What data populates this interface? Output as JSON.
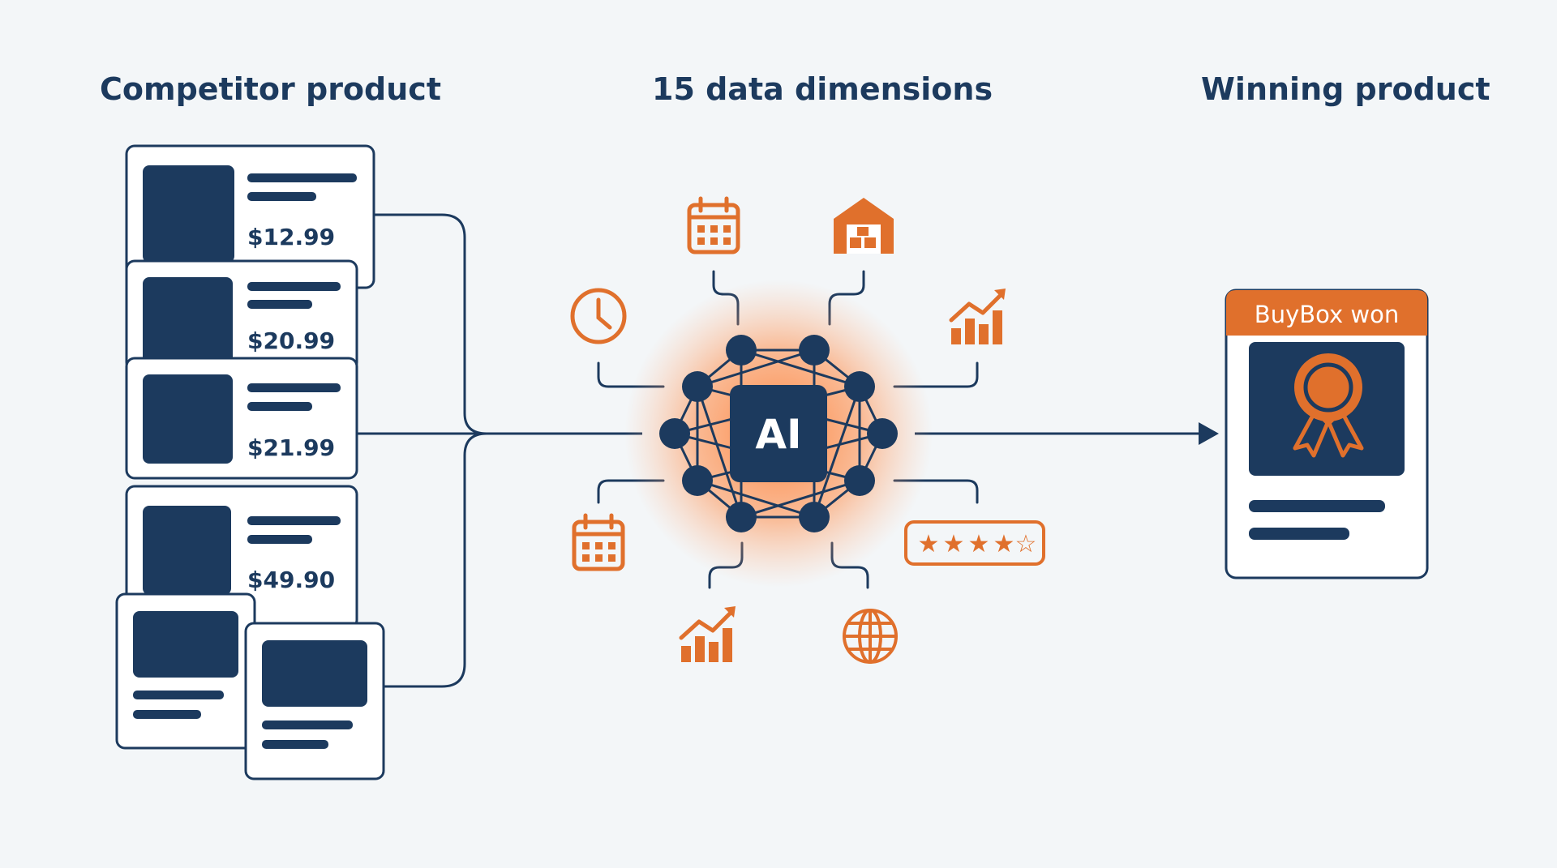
{
  "titles": {
    "left": "Competitor product",
    "center": "15 data dimensions",
    "right": "Winning product"
  },
  "competitor_cards": [
    {
      "price": "$12.99"
    },
    {
      "price": "$20.99"
    },
    {
      "price": "$21.99"
    },
    {
      "price": "$49.90"
    }
  ],
  "ai": {
    "label": "AI"
  },
  "dimension_icons": [
    "calendar-icon",
    "warehouse-icon",
    "clock-icon",
    "trend-chart-icon",
    "calendar-icon",
    "star-rating-icon",
    "trend-chart-icon",
    "globe-icon"
  ],
  "winner": {
    "badge": "BuyBox won",
    "icon": "award-ribbon-icon"
  },
  "colors": {
    "navy": "#1c3a5e",
    "orange": "#e0702c",
    "background": "#f3f6f8"
  }
}
